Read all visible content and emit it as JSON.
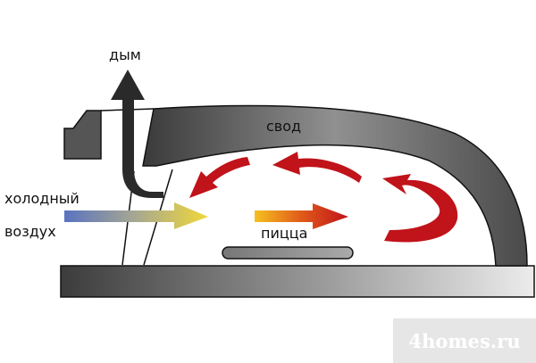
{
  "labels": {
    "smoke": "дым",
    "vault": "свод",
    "cold_air_line1": "холодный",
    "cold_air_line2": "воздух",
    "pizza": "пицца"
  },
  "watermark": "4homes.ru",
  "colors": {
    "hot_arrow": "#c0131a",
    "cold_start": "#5a73c0",
    "warm_end": "#f0d83a",
    "structure_dark": "#3a3a3a",
    "structure_light": "#d8d8d8"
  }
}
